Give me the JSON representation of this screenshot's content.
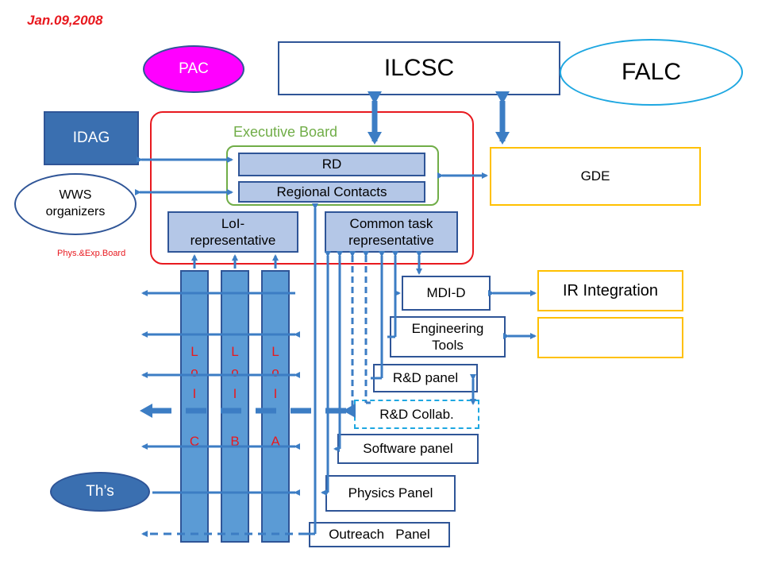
{
  "date": "Jan.09,2008",
  "nodes": {
    "pac": "PAC",
    "ilcsc": "ILCSC",
    "falc": "FALC",
    "idag": "IDAG",
    "wws": "WWS\norganizers",
    "executive_board": "Executive Board",
    "rd": "RD",
    "regional_contacts": "Regional Contacts",
    "gde": "GDE",
    "loi_rep": "LoI-\nrepresentative",
    "common_task": "Common task\nrepresentative",
    "phys_exp_board": "Phys.&Exp.Board",
    "mdi_d": "MDI-D",
    "ir_integration": "IR Integration",
    "engineering_tools": "Engineering\nTools",
    "rd_panel": "R&D panel",
    "rd_collab": "R&D Collab.",
    "software_panel": "Software panel",
    "physics_panel": "Physics Panel",
    "outreach_panel": "Outreach   Panel",
    "ths": "Th’s"
  },
  "loi_columns": [
    {
      "letters": [
        "L",
        "o",
        "I",
        "",
        "C"
      ]
    },
    {
      "letters": [
        "L",
        "o",
        "I",
        "",
        "B"
      ]
    },
    {
      "letters": [
        "L",
        "o",
        "I",
        "",
        "A"
      ]
    }
  ],
  "colors": {
    "magenta": "#ff00ff",
    "blue_dark": "#3a6fb0",
    "blue_mid": "#5b9bd5",
    "blue_light": "#b4c7e7",
    "red": "#e8191f",
    "green": "#70ad47",
    "orange": "#ffc000",
    "cyan": "#1ea7e1",
    "arrow": "#3c7dc4"
  }
}
